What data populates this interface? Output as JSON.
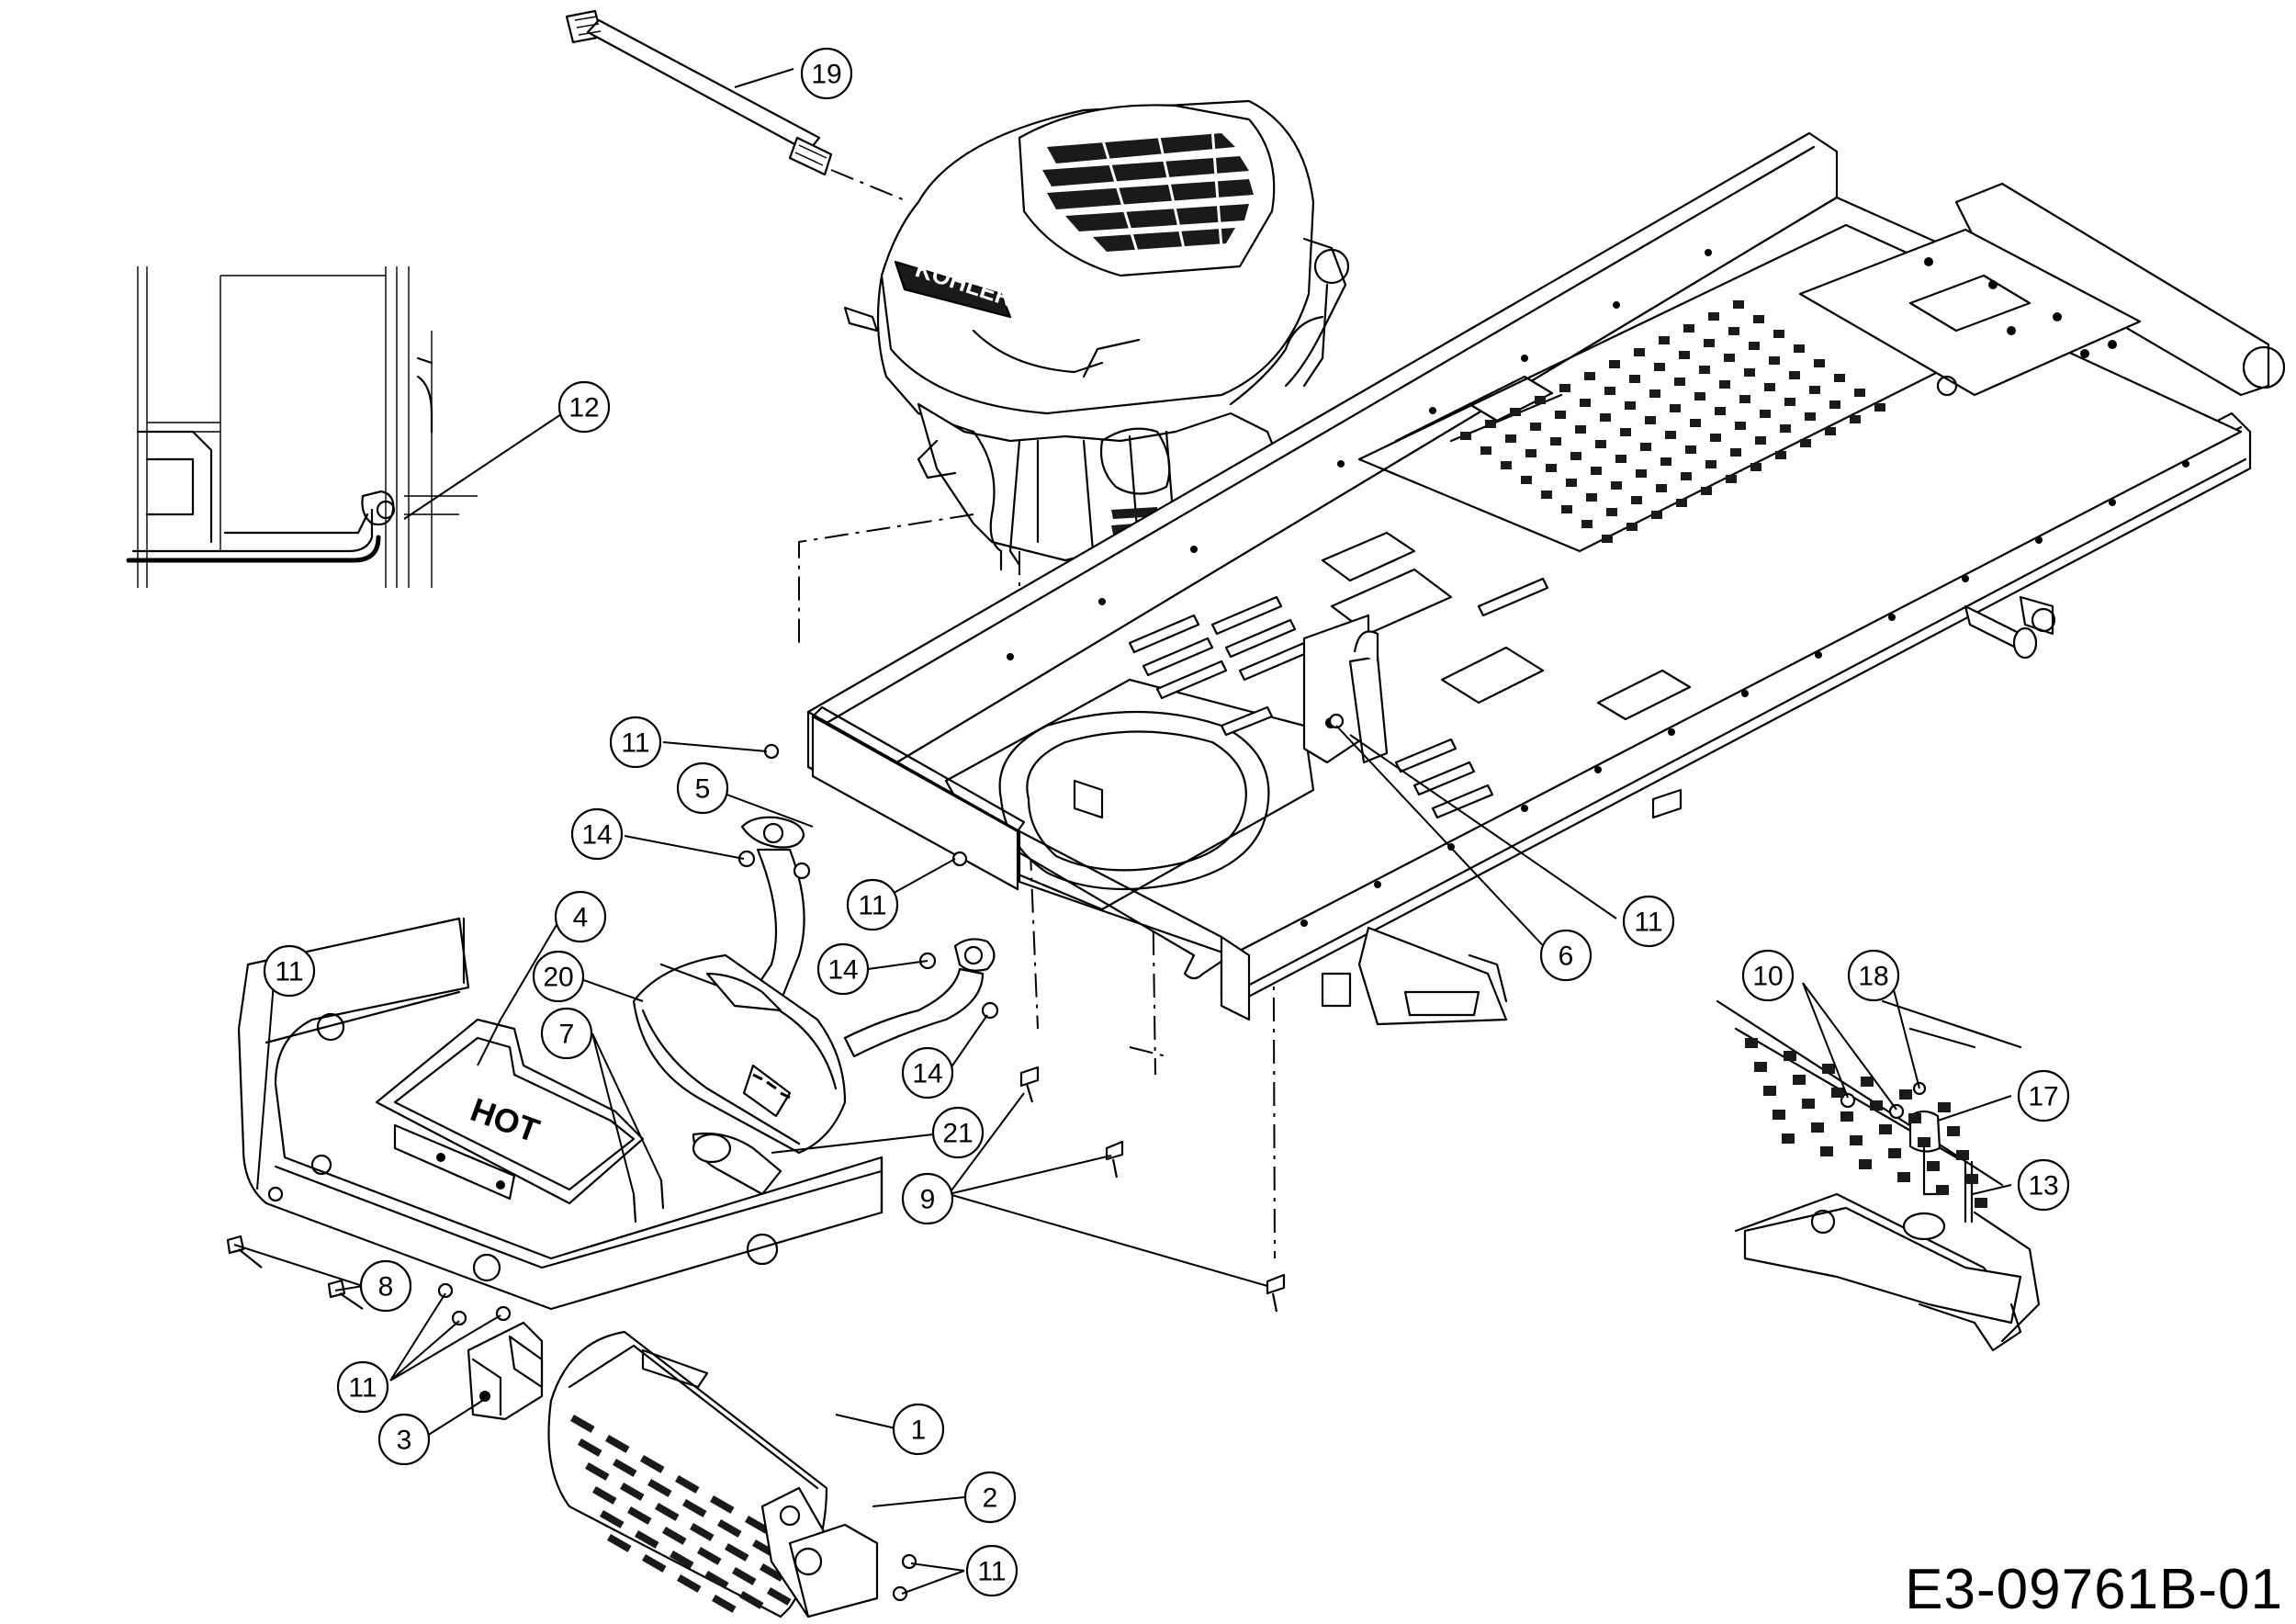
{
  "drawing_number": "E3-09761B-01",
  "engine_brand": "KOHLER",
  "muffler_label": "HOT",
  "callouts": [
    {
      "id": "c19",
      "label": "19"
    },
    {
      "id": "c12",
      "label": "12"
    },
    {
      "id": "c11a",
      "label": "11"
    },
    {
      "id": "c5",
      "label": "5"
    },
    {
      "id": "c14a",
      "label": "14"
    },
    {
      "id": "c11b",
      "label": "11"
    },
    {
      "id": "c4",
      "label": "4"
    },
    {
      "id": "c14b",
      "label": "14"
    },
    {
      "id": "c20",
      "label": "20"
    },
    {
      "id": "c11c",
      "label": "11"
    },
    {
      "id": "c7",
      "label": "7"
    },
    {
      "id": "c14c",
      "label": "14"
    },
    {
      "id": "c21",
      "label": "21"
    },
    {
      "id": "c9",
      "label": "9"
    },
    {
      "id": "c8",
      "label": "8"
    },
    {
      "id": "c11d",
      "label": "11"
    },
    {
      "id": "c3",
      "label": "3"
    },
    {
      "id": "c1",
      "label": "1"
    },
    {
      "id": "c2",
      "label": "2"
    },
    {
      "id": "c11e",
      "label": "11"
    },
    {
      "id": "c6",
      "label": "6"
    },
    {
      "id": "c11f",
      "label": "11"
    },
    {
      "id": "c10",
      "label": "10"
    },
    {
      "id": "c18",
      "label": "18"
    },
    {
      "id": "c17",
      "label": "17"
    },
    {
      "id": "c13",
      "label": "13"
    }
  ]
}
